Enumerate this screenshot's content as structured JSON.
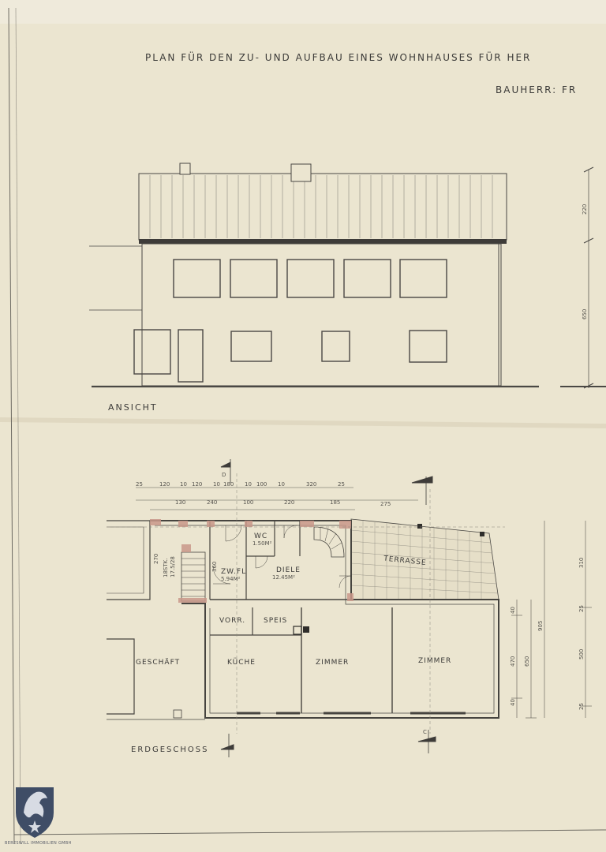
{
  "header": {
    "title_line": "PLAN FÜR DEN ZU- UND AUFBAU EINES WOHNHAUSES FÜR HER",
    "bauherr": "BAUHERR: FR"
  },
  "elevation": {
    "label": "ANSICHT",
    "dimensions": [
      "220",
      "650"
    ]
  },
  "plan": {
    "label": "ERDGESCHOSS",
    "top_dims_row1": [
      "25",
      "120",
      "10",
      "120",
      "10",
      "180",
      "10",
      "100",
      "10",
      "320",
      "25"
    ],
    "top_dims_row2": [
      "130",
      "240",
      "100",
      "220",
      "185",
      "275"
    ],
    "rooms": {
      "zwfl": "ZW.FL",
      "zwfl_area": "5.94M²",
      "wc": "WC",
      "wc_area": "1.50M²",
      "diele": "DIELE",
      "diele_area": "12.45M²",
      "terrasse": "TERRASSE",
      "vorr": "VORR.",
      "speis": "SPEIS",
      "kueche": "KÜCHE",
      "zimmer1": "ZIMMER",
      "zimmer2": "ZIMMER",
      "geschaeft": "GESCHÄFT",
      "stk": "18STK.",
      "stk_dim": "17.5/28",
      "dim_270": "270",
      "dim_360": "360"
    },
    "right_dims": [
      "40",
      "470",
      "650",
      "40",
      "905",
      "25",
      "500",
      "25",
      "310"
    ],
    "section_marks": [
      "D",
      "C"
    ]
  },
  "logo": {
    "name": "BERESWILL IMMOBILIEN GMBH",
    "icon": "horse-shield-icon"
  }
}
